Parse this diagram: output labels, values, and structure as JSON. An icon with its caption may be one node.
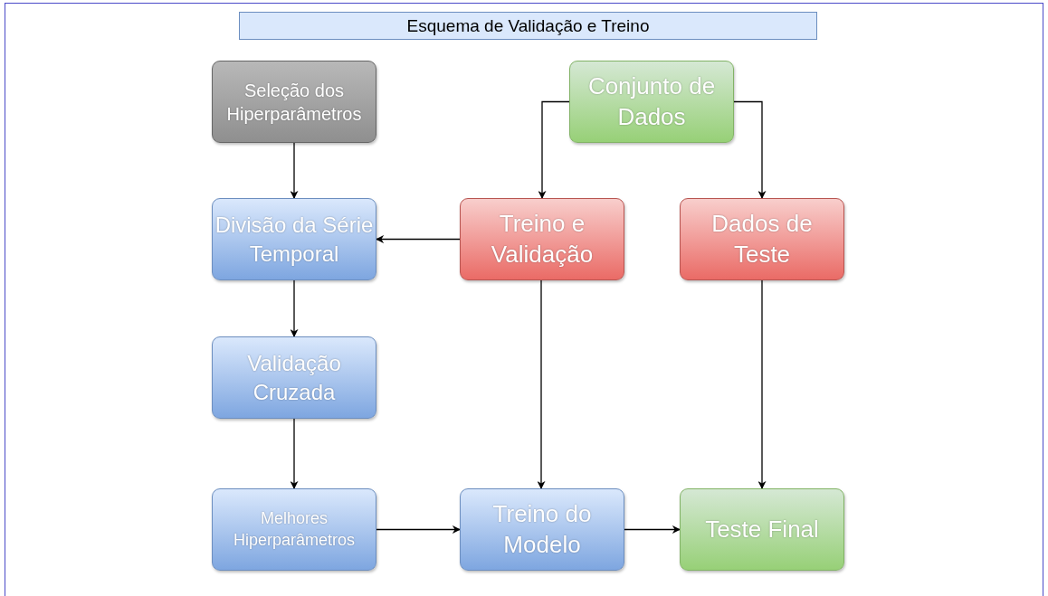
{
  "diagram": {
    "title": "Esquema de Validação e Treino",
    "nodes": [
      {
        "text": [
          "Seleção dos Hiperparâmetros"
        ]
      },
      {
        "text": [
          "Conjunto de Dados"
        ]
      },
      {
        "text": [
          "Divisão da Série Temporal"
        ]
      },
      {
        "text": [
          "Treino e Validação"
        ]
      },
      {
        "text": [
          "Dados de Teste"
        ]
      },
      {
        "text": [
          "Validação Cruzada"
        ]
      },
      {
        "text": [
          "Melhores Hiperparâmetros"
        ]
      },
      {
        "text": [
          "Treino do Modelo"
        ]
      },
      {
        "text": [
          "Teste Final"
        ]
      }
    ],
    "edges": [
      {
        "from": 0,
        "to": 2,
        "arrow": "to"
      },
      {
        "from": 1,
        "to": 3,
        "arrow": "to"
      },
      {
        "from": 1,
        "to": 4,
        "arrow": "to"
      },
      {
        "from": 3,
        "to": 2,
        "arrow": "to"
      },
      {
        "from": 2,
        "to": 5,
        "arrow": "to"
      },
      {
        "from": 5,
        "to": 6,
        "arrow": "to"
      },
      {
        "from": 3,
        "to": 7,
        "arrow": "to"
      },
      {
        "from": 4,
        "to": 8,
        "arrow": "to"
      },
      {
        "from": 6,
        "to": 7,
        "arrow": "to"
      },
      {
        "from": 7,
        "to": 8,
        "arrow": "to"
      }
    ]
  }
}
